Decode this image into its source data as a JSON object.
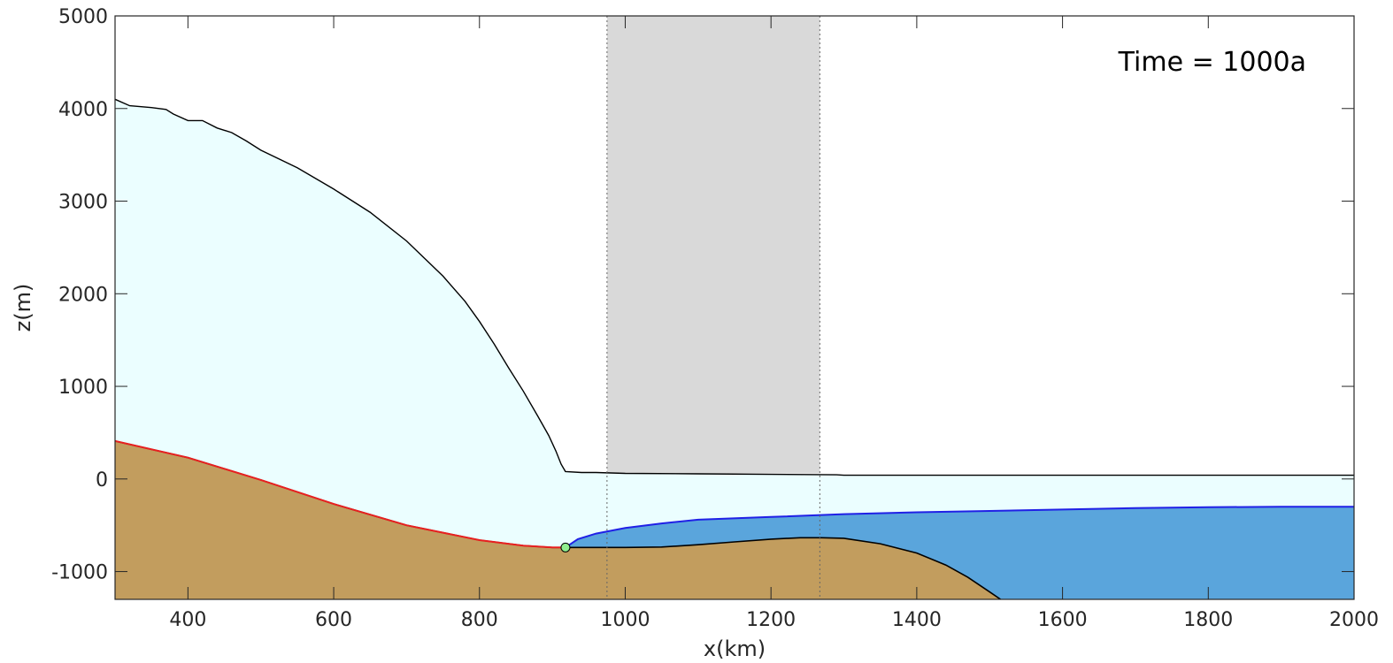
{
  "chart_data": {
    "type": "area",
    "title": "",
    "xlabel": "x(km)",
    "ylabel": "z(m)",
    "xlim": [
      300,
      2000
    ],
    "ylim": [
      -1300,
      5000
    ],
    "xticks": [
      400,
      600,
      800,
      1000,
      1200,
      1400,
      1600,
      1800,
      2000
    ],
    "yticks": [
      -1000,
      0,
      1000,
      2000,
      3000,
      4000,
      5000
    ],
    "grid": false,
    "annotation": "Time = 1000a",
    "shaded_band": {
      "x": [
        975,
        1267
      ],
      "color": "#d9d9d9"
    },
    "series": [
      {
        "role": "ice-surface",
        "color": "#000000",
        "fill": "#ebfeff",
        "points": [
          [
            300,
            4100
          ],
          [
            320,
            4030
          ],
          [
            350,
            4010
          ],
          [
            370,
            3990
          ],
          [
            380,
            3940
          ],
          [
            400,
            3870
          ],
          [
            420,
            3870
          ],
          [
            440,
            3790
          ],
          [
            460,
            3740
          ],
          [
            480,
            3650
          ],
          [
            500,
            3550
          ],
          [
            550,
            3360
          ],
          [
            600,
            3130
          ],
          [
            650,
            2880
          ],
          [
            700,
            2570
          ],
          [
            750,
            2190
          ],
          [
            780,
            1920
          ],
          [
            800,
            1700
          ],
          [
            820,
            1460
          ],
          [
            840,
            1200
          ],
          [
            860,
            950
          ],
          [
            880,
            680
          ],
          [
            895,
            470
          ],
          [
            905,
            300
          ],
          [
            912,
            160
          ],
          [
            918,
            80
          ],
          [
            940,
            70
          ],
          [
            960,
            70
          ],
          [
            1000,
            60
          ],
          [
            1100,
            55
          ],
          [
            1200,
            50
          ],
          [
            1290,
            45
          ],
          [
            1300,
            40
          ],
          [
            1500,
            40
          ],
          [
            1700,
            40
          ],
          [
            1900,
            40
          ],
          [
            2000,
            40
          ]
        ]
      },
      {
        "role": "bedrock",
        "color": "#000000",
        "fill": "#c29d5e",
        "points": [
          [
            300,
            410
          ],
          [
            400,
            230
          ],
          [
            500,
            -10
          ],
          [
            600,
            -270
          ],
          [
            700,
            -500
          ],
          [
            800,
            -660
          ],
          [
            860,
            -720
          ],
          [
            900,
            -740
          ],
          [
            918,
            -740
          ],
          [
            960,
            -740
          ],
          [
            1000,
            -740
          ],
          [
            1050,
            -735
          ],
          [
            1100,
            -710
          ],
          [
            1150,
            -680
          ],
          [
            1200,
            -650
          ],
          [
            1240,
            -635
          ],
          [
            1270,
            -635
          ],
          [
            1300,
            -640
          ],
          [
            1350,
            -700
          ],
          [
            1400,
            -800
          ],
          [
            1440,
            -930
          ],
          [
            1470,
            -1060
          ],
          [
            1500,
            -1220
          ],
          [
            1515,
            -1300
          ]
        ]
      },
      {
        "role": "grounded-ice-base",
        "color": "#e82020",
        "points": [
          [
            300,
            410
          ],
          [
            400,
            230
          ],
          [
            500,
            -10
          ],
          [
            600,
            -270
          ],
          [
            700,
            -500
          ],
          [
            800,
            -660
          ],
          [
            860,
            -720
          ],
          [
            900,
            -740
          ],
          [
            918,
            -740
          ]
        ]
      },
      {
        "role": "ice-shelf-base",
        "color": "#2020e6",
        "fill": "#5aa5dc",
        "points": [
          [
            918,
            -740
          ],
          [
            935,
            -650
          ],
          [
            960,
            -590
          ],
          [
            1000,
            -530
          ],
          [
            1050,
            -480
          ],
          [
            1100,
            -440
          ],
          [
            1200,
            -410
          ],
          [
            1300,
            -380
          ],
          [
            1400,
            -360
          ],
          [
            1500,
            -345
          ],
          [
            1600,
            -330
          ],
          [
            1700,
            -315
          ],
          [
            1800,
            -305
          ],
          [
            1900,
            -300
          ],
          [
            2000,
            -300
          ]
        ]
      }
    ],
    "grounding_line": {
      "x": 918,
      "z": -740,
      "color": "#8fef8f"
    }
  }
}
